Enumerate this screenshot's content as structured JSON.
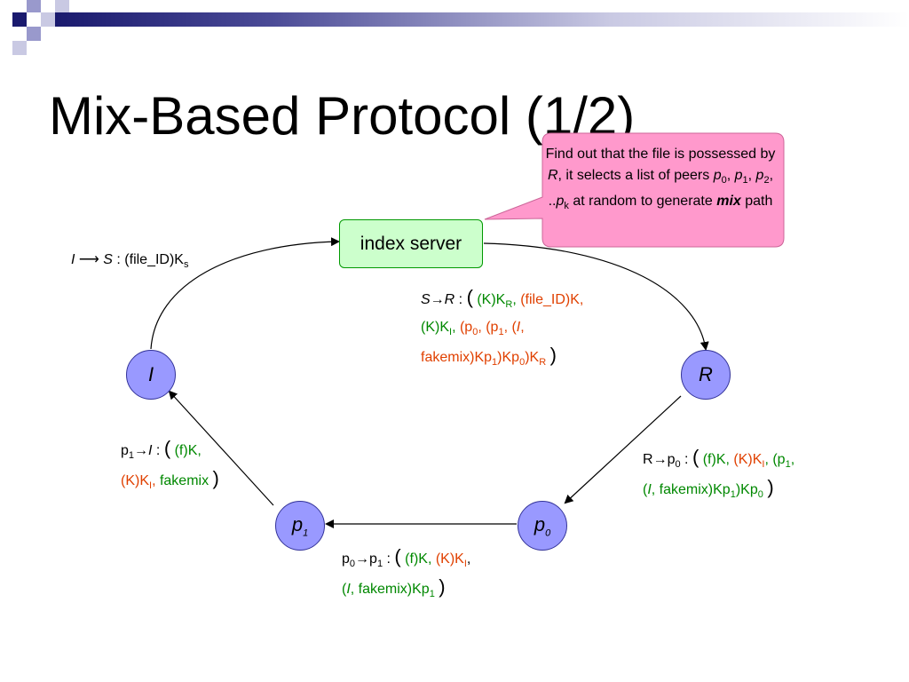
{
  "slide": {
    "title": "Mix-Based Protocol (1/2)"
  },
  "colors": {
    "node_fill": "#9999ff",
    "server_fill": "#ccffcc",
    "callout_fill": "#ff99cc",
    "green_text": "#008800",
    "orange_text": "#e04000",
    "accent_navy": "#1a1a6e"
  },
  "callout": {
    "t1": "Find out that the file is possessed by ",
    "r": "R",
    "t2": ", it selects a list of peers ",
    "p": "p",
    "s0": "0",
    "c1": ", ",
    "s1": "1",
    "c2": ", ",
    "s2": "2",
    "c3": ", ..",
    "sk": "k",
    "t3": " at random to generate ",
    "mix": "mix",
    "t4": " path"
  },
  "nodes": {
    "server": "index server",
    "initiator": "I",
    "responder": "R",
    "p0_base": "p",
    "p0_sub": "0",
    "p1_base": "p",
    "p1_sub": "1"
  },
  "labels": {
    "i_to_s": {
      "from": "I",
      "arrow": " ⟶ ",
      "to": "S",
      "rest": " : (file_ID)K",
      "sub": "s"
    },
    "s_to_r": {
      "from": "S",
      "arrow": "→",
      "to": "R",
      "colon": " : ",
      "paren_open": "(",
      "k_kr": " (K)K",
      "k_kr_sub": "R",
      "comma1": ", ",
      "file_k": "(file_ID)K,",
      "k_ki": "(K)K",
      "k_ki_sub": "I",
      "comma2": ", ",
      "p0_open": "(p",
      "p0_sub": "0",
      "comma3": ", ",
      "p1_open": "(p",
      "p1_sub": "1",
      "comma4": ", ",
      "i_open": "(",
      "i": "I",
      "comma5": ",",
      "fakemix": "fakemix)Kp",
      "fm_sub1": "1",
      "fm_mid": ")Kp",
      "fm_sub0": "0",
      "fm_end": ")K",
      "fm_subr": "R",
      "paren_close": ")"
    },
    "r_to_p0": {
      "from": "R",
      "arrow": "→",
      "to": "p",
      "to_sub": "0",
      "colon": " : ",
      "paren_open": "(",
      "fk": " (f)K, ",
      "kki": "(K)K",
      "kki_sub": "I",
      "comma": ", ",
      "p1_open": "(p",
      "p1_sub": "1",
      "comma2": ",",
      "i_open": "(",
      "i": "I",
      "fakemix": ", fakemix)Kp",
      "fm_sub1": "1",
      "fm_mid": ")Kp",
      "fm_sub0": "0",
      "paren_close": ")"
    },
    "p0_to_p1": {
      "from": "p",
      "from_sub": "0",
      "arrow": "→",
      "to": "p",
      "to_sub": "1",
      "colon": " : ",
      "paren_open": "(",
      "fk": " (f)K, ",
      "kki": "(K)K",
      "kki_sub": "I",
      "comma": ",",
      "i_open": "(",
      "i": "I",
      "fakemix": ", fakemix)Kp",
      "fm_sub1": "1",
      "paren_close": ")"
    },
    "p1_to_i": {
      "from": "p",
      "from_sub": "1",
      "arrow": "→",
      "to": "I",
      "colon": " : ",
      "paren_open": "(",
      "fk": " (f)K,",
      "kki": "(K)K",
      "kki_sub": "I",
      "comma": ", ",
      "fakemix": "fakemix",
      "paren_close": ")"
    }
  }
}
